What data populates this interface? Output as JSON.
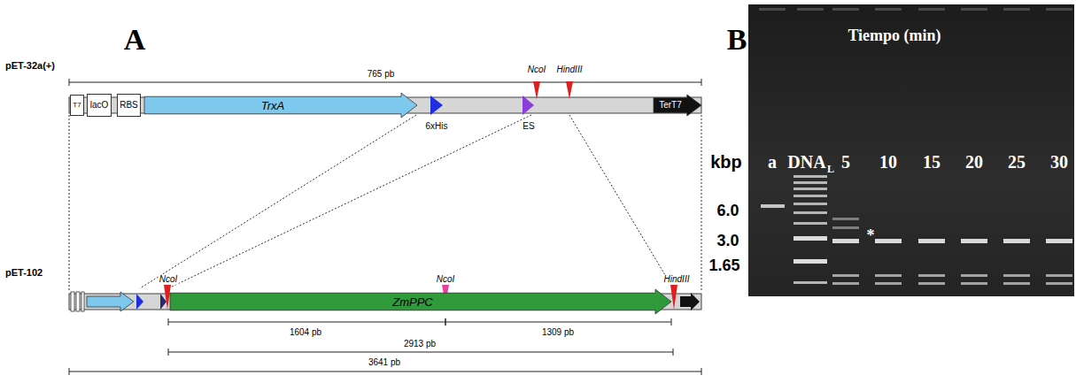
{
  "diagram": {
    "nodes": [
      {
        "text": [
          "T7"
        ]
      },
      {
        "text": [
          "lacO"
        ]
      },
      {
        "text": [
          "RBS"
        ]
      },
      {
        "text": [
          "TrxA"
        ]
      },
      {
        "text": [
          "TerT7"
        ]
      },
      {
        "text": [
          "ZmPPC"
        ]
      }
    ],
    "labels": [
      "A",
      "B",
      "pET-32a(+)",
      "765 pb",
      "NcoI",
      "HindIII",
      "6xHis",
      "ES",
      "pET-102",
      "NcoI",
      "NcoI",
      "HindIII",
      "1604 pb",
      "1309 pb",
      "2913 pb",
      "3641 pb",
      "Tiempo (min)",
      "kbp",
      "a",
      "DNA",
      "L",
      "5",
      "10",
      "15",
      "20",
      "25",
      "30",
      "6.0",
      "3.0",
      "1.65",
      "*"
    ]
  }
}
